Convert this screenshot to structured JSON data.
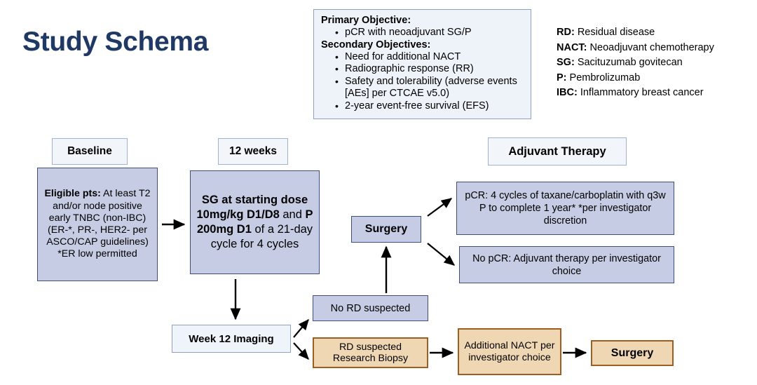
{
  "page": {
    "title": "Study Schema",
    "title_color": "#1F3864"
  },
  "objectives": {
    "primary_heading": "Primary Objective:",
    "primary_items": [
      "pCR with neoadjuvant SG/P"
    ],
    "secondary_heading": "Secondary Objectives:",
    "secondary_items": [
      "Need for additional NACT",
      "Radiographic response (RR)",
      "Safety and tolerability (adverse events [AEs] per CTCAE v5.0)",
      "2-year event-free survival (EFS)"
    ]
  },
  "abbreviations": [
    {
      "term": "RD:",
      "definition": "Residual disease"
    },
    {
      "term": "NACT:",
      "definition": "Neoadjuvant chemotherapy"
    },
    {
      "term": "SG:",
      "definition": "Sacituzumab govitecan"
    },
    {
      "term": "P:",
      "definition": "Pembrolizumab"
    },
    {
      "term": "IBC:",
      "definition": "Inflammatory breast cancer"
    }
  ],
  "headers": {
    "baseline": "Baseline",
    "twelve_weeks": "12 weeks",
    "adjuvant_therapy": "Adjuvant Therapy"
  },
  "nodes": {
    "eligible": {
      "label_bold": "Eligible pts:",
      "label_rest": " At least T2 and/or node positive early TNBC (non-IBC) (ER-*, PR-, HER2- per ASCO/CAP guidelines) *ER low permitted"
    },
    "treatment": {
      "seg1_bold": "SG at starting dose 10mg/kg D1/D8",
      "seg2_reg": " and ",
      "seg3_bold": "P 200mg D1",
      "seg4_reg": " of a 21-day cycle for 4 cycles"
    },
    "week12_imaging": "Week 12 Imaging",
    "no_rd_suspected": "No RD suspected",
    "rd_suspected_biopsy": "RD suspected Research Biopsy",
    "additional_nact": "Additional NACT per investigator choice",
    "surgery": "Surgery",
    "final_surgery": "Surgery",
    "pcr_branch": "pCR: 4 cycles of taxane/carboplatin with q3w P to complete 1 year* *per investigator discretion",
    "no_pcr_branch": "No pCR: Adjuvant therapy per investigator choice"
  },
  "colors": {
    "title_navy": "#1F3864",
    "blue_fill": "#C6CCE3",
    "blue_border": "#3D4F7C",
    "light_fill": "#EFF3FA",
    "light_border": "#8FA2C4",
    "tan_fill": "#EFD7B3",
    "tan_border": "#9C5E21",
    "arrow": "#000000"
  }
}
